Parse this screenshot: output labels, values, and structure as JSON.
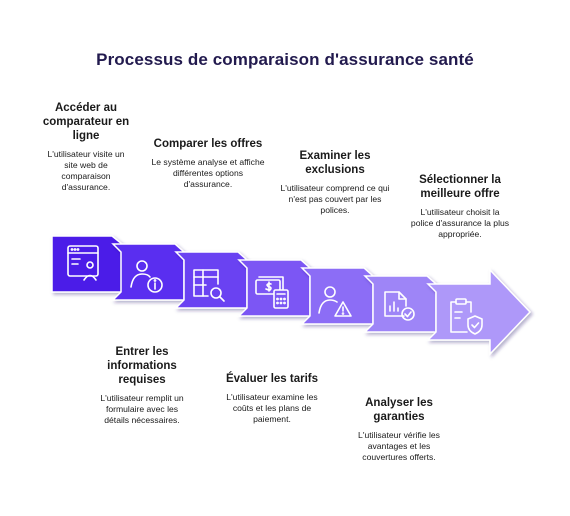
{
  "title": "Processus de comparaison d'assurance santé",
  "steps": [
    {
      "title": "Accéder au comparateur en ligne",
      "desc": "L'utilisateur visite un site web de comparaison d'assurance.",
      "icon": "browser-user-icon",
      "color": "#4b1ee8"
    },
    {
      "title": "Entrer les informations requises",
      "desc": "L'utilisateur remplit un formulaire avec les détails nécessaires.",
      "icon": "user-info-icon",
      "color": "#5a2ef0"
    },
    {
      "title": "Comparer les offres",
      "desc": "Le système analyse et affiche différentes options d'assurance.",
      "icon": "table-search-icon",
      "color": "#6a42f2"
    },
    {
      "title": "Évaluer les tarifs",
      "desc": "L'utilisateur examine les coûts et les plans de paiement.",
      "icon": "money-calculator-icon",
      "color": "#7b57f4"
    },
    {
      "title": "Examiner les exclusions",
      "desc": "L'utilisateur comprend ce qui n'est pas couvert par les polices.",
      "icon": "user-warning-icon",
      "color": "#8c6df6"
    },
    {
      "title": "Analyser les garanties",
      "desc": "L'utilisateur vérifie les avantages et les couvertures offerts.",
      "icon": "document-chart-check-icon",
      "color": "#9e85f7"
    },
    {
      "title": "Sélectionner la meilleure offre",
      "desc": "L'utilisateur choisit la police d'assurance la plus appropriée.",
      "icon": "clipboard-shield-icon",
      "color": "#ae98f9"
    }
  ]
}
